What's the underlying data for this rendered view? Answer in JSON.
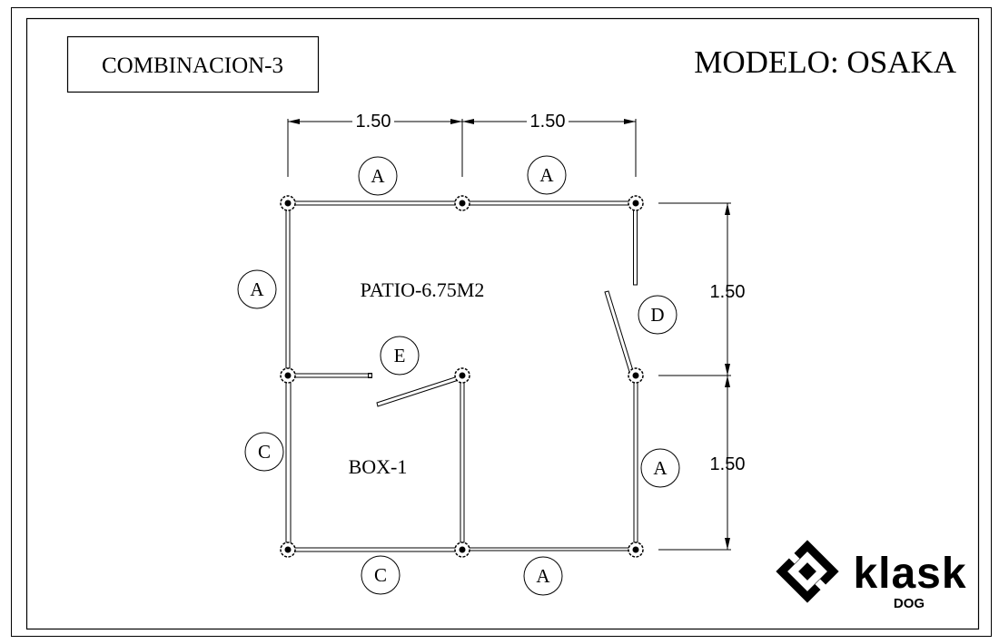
{
  "title_box": {
    "text": "COMBINACION-3"
  },
  "model": {
    "text": "MODELO:  OSAKA"
  },
  "dimensions": {
    "top_left": "1.50",
    "top_right": "1.50",
    "right_upper": "1.50",
    "right_lower": "1.50"
  },
  "rooms": {
    "patio": "PATIO-6.75M2",
    "box": "BOX-1"
  },
  "panel_tags": {
    "top_left": "A",
    "top_right": "A",
    "left_upper": "A",
    "door": "D",
    "inner_door": "E",
    "left_lower": "C",
    "right_lower": "A",
    "bottom_left": "C",
    "bottom_right": "A"
  },
  "logo": {
    "word": "klask",
    "sub": "DOG"
  },
  "colors": {
    "line": "#000000",
    "background": "#ffffff"
  }
}
